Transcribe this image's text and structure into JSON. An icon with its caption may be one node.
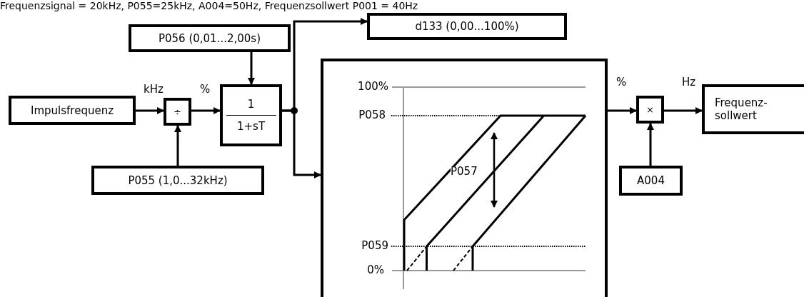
{
  "diagram": {
    "title": "Frequenzsignal = 20kHz, P055=25kHz, A004=50Hz, Frequenzsollwert P001 = 40Hz",
    "nodes": [
      {
        "text": [
          "Impulsfrequenz"
        ]
      },
      {
        "text": [
          "÷"
        ]
      },
      {
        "text": [
          "P055 (1,0...32kHz)"
        ]
      },
      {
        "text": [
          "P056 (0,01...2,00s)"
        ]
      },
      {
        "text": [
          "1",
          "1+sT"
        ]
      },
      {
        "text": [
          "d133 (0,00...100%)"
        ]
      },
      {
        "text": [],
        "shape": "box"
      },
      {
        "text": [
          "×"
        ]
      },
      {
        "text": [
          "A004"
        ]
      },
      {
        "text": [
          "Frequenz- sollwert"
        ]
      }
    ],
    "edges": [
      {
        "from": 0,
        "to": 1,
        "arrow": "to",
        "label": "kHz"
      },
      {
        "from": 2,
        "to": 1,
        "arrow": "to"
      },
      {
        "from": 1,
        "to": 4,
        "arrow": "to",
        "label": "%"
      },
      {
        "from": 3,
        "to": 4,
        "arrow": "to"
      },
      {
        "from": 4,
        "to": 5,
        "arrow": "to"
      },
      {
        "from": 4,
        "to": 6,
        "arrow": "to"
      },
      {
        "from": 6,
        "to": 7,
        "arrow": "to",
        "label": "%"
      },
      {
        "from": 8,
        "to": 7,
        "arrow": "to"
      },
      {
        "from": 7,
        "to": 9,
        "arrow": "to",
        "label": "Hz"
      }
    ],
    "labels": [
      "100%",
      "P058",
      "P057",
      "P059",
      "0%"
    ]
  }
}
